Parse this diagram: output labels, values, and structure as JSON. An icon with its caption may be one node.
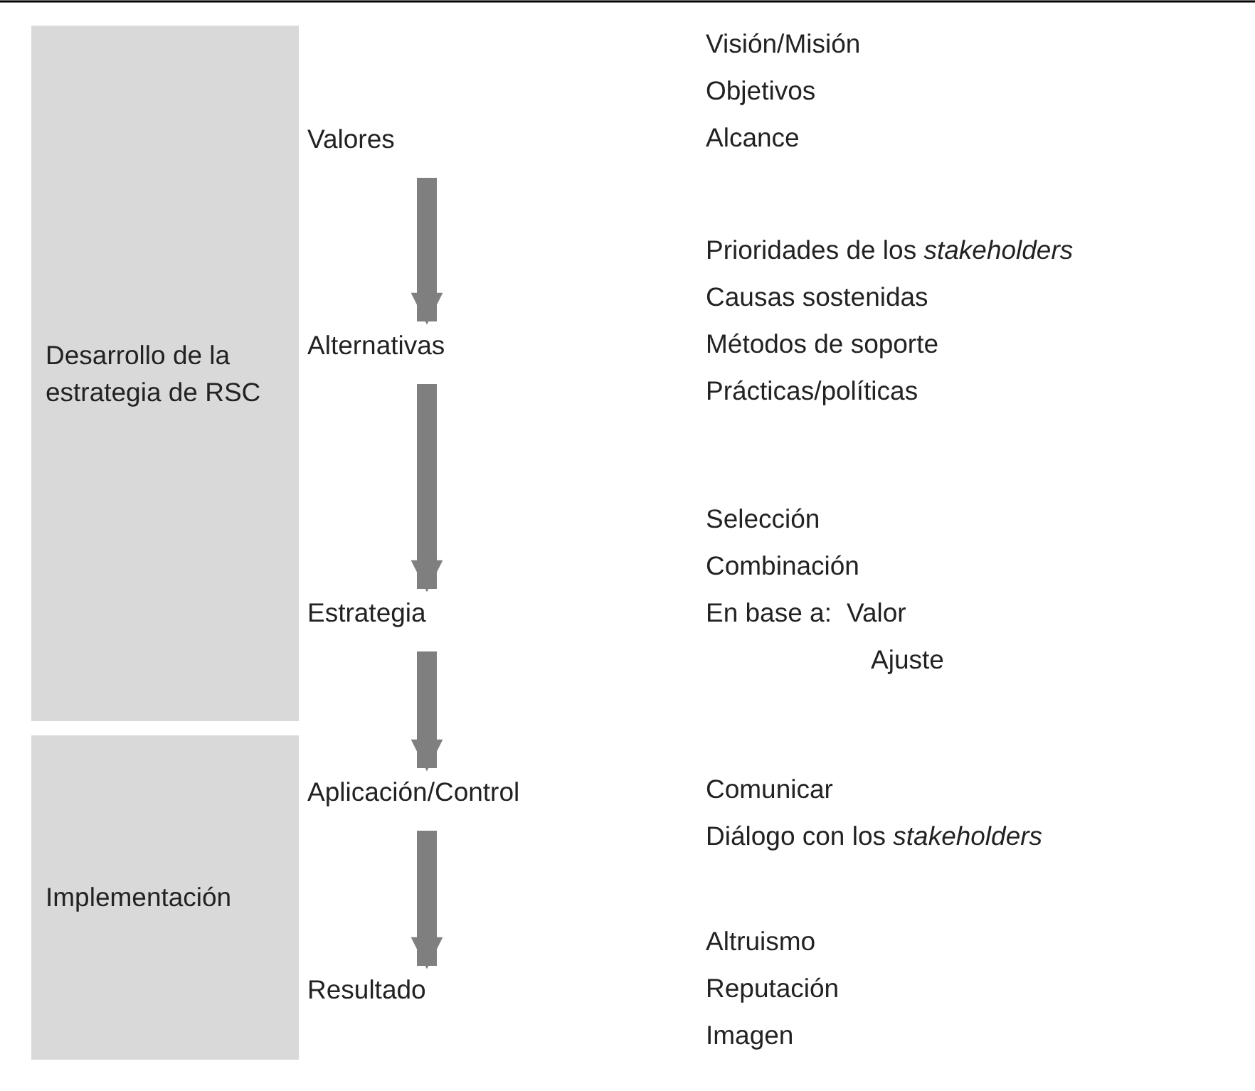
{
  "diagram": {
    "nodes": [
      {
        "text": [
          "Desarrollo de la estrategia de RSC"
        ]
      },
      {
        "text": [
          "Implementación"
        ]
      },
      {
        "text": [
          "Valores"
        ]
      },
      {
        "text": [
          "Alternativas"
        ]
      },
      {
        "text": [
          "Estrategia"
        ]
      },
      {
        "text": [
          "Aplicación/Control"
        ]
      },
      {
        "text": [
          "Resultado"
        ]
      }
    ],
    "edges": [
      {
        "from": 2,
        "to": 3,
        "arrow": "to"
      },
      {
        "from": 3,
        "to": 4,
        "arrow": "to"
      },
      {
        "from": 4,
        "to": 5,
        "arrow": "to"
      },
      {
        "from": 5,
        "to": 6,
        "arrow": "to"
      }
    ],
    "labels": [
      "Visión/Misión",
      "Objetivos",
      "Alcance",
      "Prioridades de los *stakeholders*",
      "Causas sostenidas",
      "Métodos de soporte",
      "Prácticas/políticas",
      "Selección",
      "Combinación",
      "En base a:",
      "Valor",
      "Ajuste",
      "Comunicar",
      "Diálogo con los *stakeholders*",
      "Altruismo",
      "Reputación",
      "Imagen"
    ]
  }
}
